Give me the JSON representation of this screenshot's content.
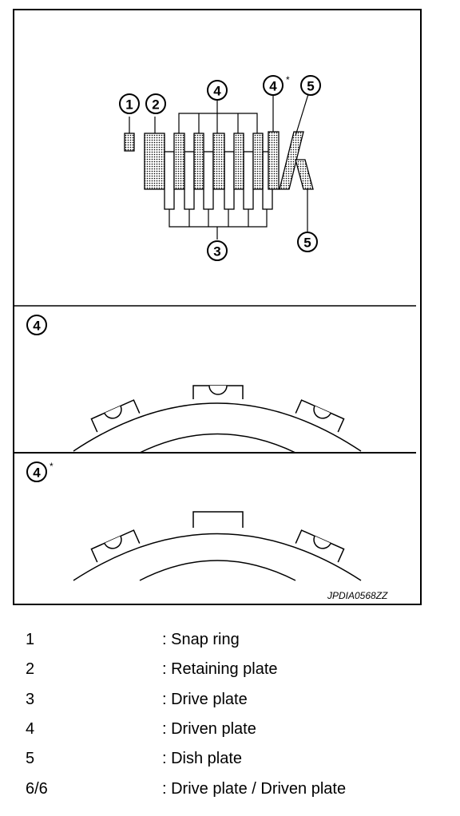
{
  "figure": {
    "code": "JPDIA0568ZZ",
    "callouts": {
      "snap_ring": "1",
      "retaining_plate": "2",
      "driven_top": "4",
      "driven_star": "4",
      "dish_top": "5",
      "dish_bottom": "5",
      "drive_bottom": "3",
      "panel2": "4",
      "panel3": "4"
    },
    "asterisk": "*"
  },
  "legend": [
    {
      "num": "1",
      "desc": ": Snap ring"
    },
    {
      "num": "2",
      "desc": ": Retaining plate"
    },
    {
      "num": "3",
      "desc": ": Drive plate"
    },
    {
      "num": "4",
      "desc": ": Driven plate"
    },
    {
      "num": "5",
      "desc": ": Dish plate"
    },
    {
      "num": "6/6",
      "desc": ": Drive plate / Driven plate"
    }
  ]
}
